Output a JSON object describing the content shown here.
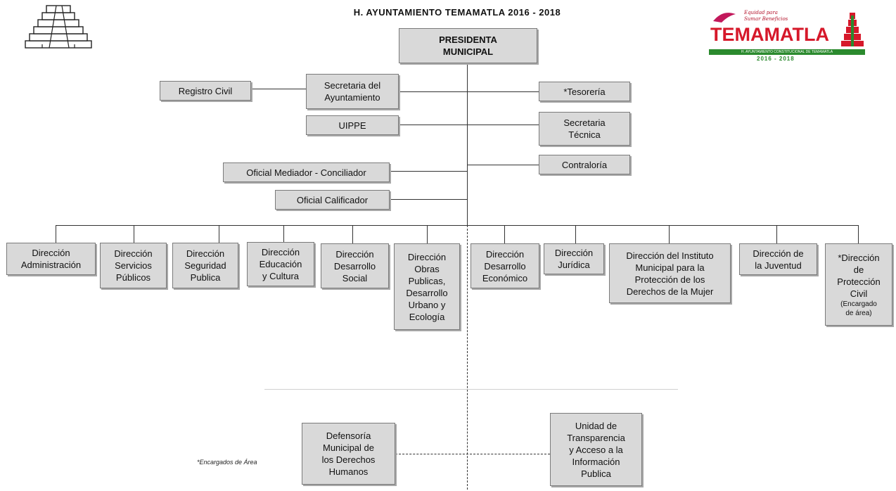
{
  "header": {
    "title": "H. AYUNTAMIENTO  TEMAMATLA  2016 - 2018"
  },
  "logo_right": {
    "slogan_line1": "Equidad para",
    "slogan_line2": "Sumar Beneficios",
    "wordmark": "TEMAMATLA",
    "band_text": "H. AYUNTAMIENTO CONSTITUCIONAL DE TEMAMATLA",
    "years": "2016 - 2018"
  },
  "top": {
    "presidenta": "PRESIDENTA\nMUNICIPAL"
  },
  "staff_left": {
    "registro_civil": "Registro Civil",
    "secretaria_ayuntamiento": "Secretaria del\nAyuntamiento",
    "uippe": "UIPPE",
    "oficial_mediador": "Oficial Mediador - Conciliador",
    "oficial_calificador": "Oficial Calificador"
  },
  "staff_right": {
    "tesoreria": "*Tesorería",
    "secretaria_tecnica": "Secretaria\nTécnica",
    "contraloria": "Contraloría"
  },
  "direcciones": {
    "administracion": "Dirección\nAdministración",
    "servicios_publicos": "Dirección\nServicios\nPúblicos",
    "seguridad_publica": "Dirección\nSeguridad\nPublica",
    "educacion_cultura": "Dirección\nEducación\ny Cultura",
    "desarrollo_social": "Dirección\nDesarrollo\nSocial",
    "obras_publicas": "Dirección\nObras\nPublicas,\nDesarrollo\nUrbano y\nEcología",
    "desarrollo_economico": "Dirección\nDesarrollo\nEconómico",
    "juridica": "Dirección\nJurídica",
    "instituto_mujer": "Dirección del Instituto\nMunicipal para la\nProtección de los\nDerechos de la Mujer",
    "juventud": "Dirección de\nla Juventud",
    "proteccion_civil": "*Dirección\nde\nProtección\nCivil",
    "proteccion_civil_note": "(Encargado\nde área)"
  },
  "bottom": {
    "defensoria": "Defensoría\nMunicipal de\nlos Derechos\nHumanos",
    "transparencia": "Unidad de\nTransparencia\ny Acceso a la\nInformación\nPublica"
  },
  "footnote": "*Encargados de Área"
}
